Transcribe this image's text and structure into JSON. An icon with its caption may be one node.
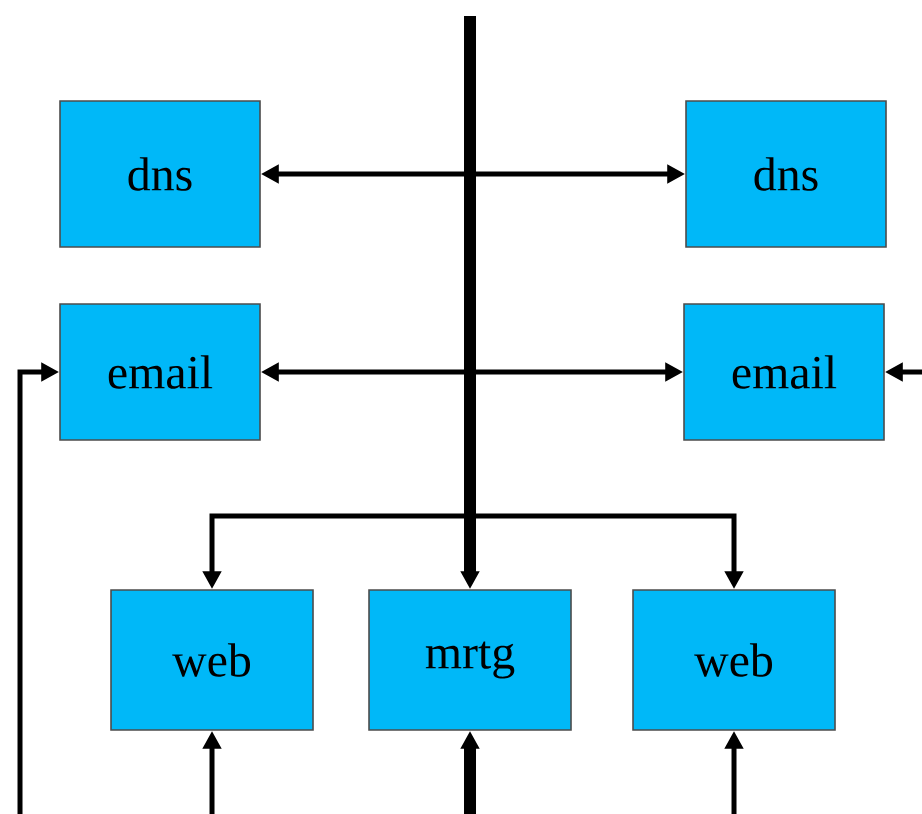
{
  "diagram": {
    "nodes": [
      {
        "text": [
          "dns"
        ]
      },
      {
        "text": [
          "dns"
        ]
      },
      {
        "text": [
          "email"
        ]
      },
      {
        "text": [
          "email"
        ]
      },
      {
        "text": [
          "web"
        ]
      },
      {
        "text": [
          "mrtg"
        ]
      },
      {
        "text": [
          "web"
        ]
      }
    ],
    "edges": [
      {
        "from": 0,
        "to": 1,
        "arrow": "both"
      },
      {
        "from": 2,
        "to": 3,
        "arrow": "both"
      },
      {
        "from": null,
        "to": 5,
        "arrow": "to",
        "style": "thick"
      },
      {
        "from": null,
        "to": 4,
        "arrow": "to"
      },
      {
        "from": null,
        "to": 6,
        "arrow": "to"
      },
      {
        "from": null,
        "to": 4,
        "arrow": "to"
      },
      {
        "from": null,
        "to": 5,
        "arrow": "to",
        "style": "thick"
      },
      {
        "from": null,
        "to": 6,
        "arrow": "to"
      },
      {
        "from": null,
        "to": 2,
        "arrow": "to"
      },
      {
        "from": null,
        "to": 3,
        "arrow": "to"
      }
    ]
  }
}
